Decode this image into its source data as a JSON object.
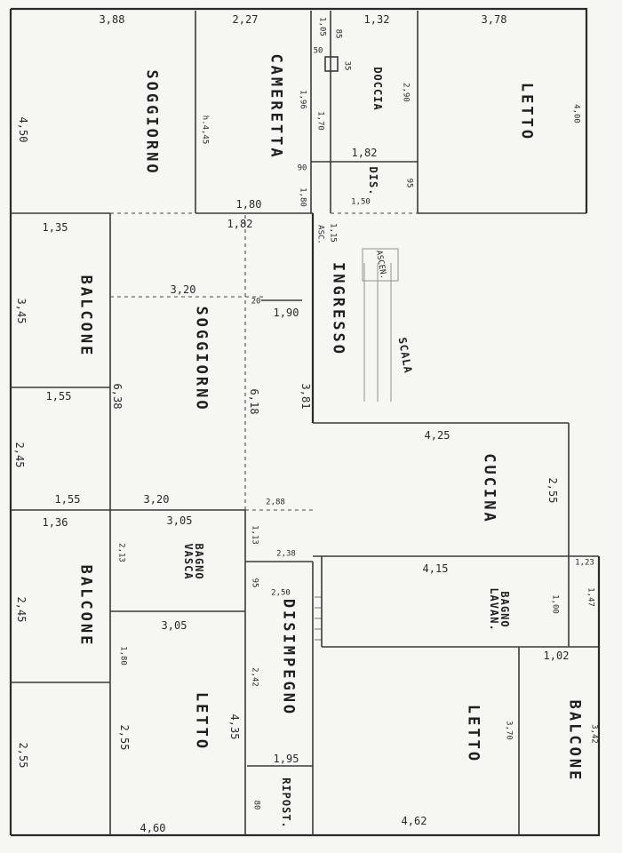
{
  "rooms": {
    "soggiorno_top": "SOGGIORNO",
    "cameretta": "CAMERETTA",
    "doccia": "DOCCIA",
    "letto_top": "LETTO",
    "dis_top": "DIS.",
    "balcone_upper": "BALCONE",
    "soggiorno_mid": "SOGGIORNO",
    "ingresso": "INGRESSO",
    "scala": "SCALA",
    "ascensore": "ASCEN.",
    "cucina": "CUCINA",
    "balcone_lower": "BALCONE",
    "bagno_vasca_1": "BAGNO",
    "bagno_vasca_2": "VASCA",
    "disimpegno": "DISIMPEGNO",
    "bagno_lavan_1": "BAGNO",
    "bagno_lavan_2": "LAVAN.",
    "letto_left": "LETTO",
    "letto_right": "LETTO",
    "balcone_right": "BALCONE",
    "ripost": "RIPOST."
  },
  "dimensions": {
    "d_3_88": "3,88",
    "d_2_27": "2,27",
    "d_1_32": "1,32",
    "d_3_78": "3,78",
    "d_4_50": "4,50",
    "d_h4_45": "h.4,45",
    "d_1_05": "1,05",
    "d_0_85": "85",
    "d_0_50": "50",
    "d_0_35": "35",
    "d_2_90": "2,90",
    "d_4_00": "4,00",
    "d_1_96": "1,96",
    "d_1_70": "1,70",
    "d_1_82a": "1,82",
    "d_0_90": "90",
    "d_0_95a": "95",
    "d_1_80": "1,80",
    "d_1_80b": "1,80",
    "d_1_50": "1,50",
    "d_1_82b": "1,82",
    "d_1_35": "1,35",
    "d_1_15": "1,15",
    "d_asc": "ASC.",
    "d_3_20a": "3,20",
    "d_0_20": "20",
    "d_1_90": "1,90",
    "d_3_45": "3,45",
    "d_1_55a": "1,55",
    "d_6_38": "6,38",
    "d_6_18": "6,18",
    "d_3_81": "3,81",
    "d_4_25": "4,25",
    "d_2_55a": "2,55",
    "d_2_45a": "2,45",
    "d_1_55b": "1,55",
    "d_3_20b": "3,20",
    "d_2_88": "2,88",
    "d_1_36": "1,36",
    "d_3_05a": "3,05",
    "d_2_13": "2,13",
    "d_1_13": "1,13",
    "d_2_38": "2,38",
    "d_4_15": "4,15",
    "d_1_23": "1,23",
    "d_1_47": "1,47",
    "d_1_00": "1,00",
    "d_0_95b": "95",
    "d_2_50": "2,50",
    "d_2_45b": "2,45",
    "d_3_05b": "3,05",
    "d_1_80c": "1,80",
    "d_1_02": "1,02",
    "d_2_42": "2,42",
    "d_4_35": "4,35",
    "d_3_70": "3,70",
    "d_3_42": "3,42",
    "d_2_55b": "2,55",
    "d_2_55c": "2,55",
    "d_1_95": "1,95",
    "d_0_80": "80",
    "d_4_60": "4,60",
    "d_4_62": "4,62"
  }
}
